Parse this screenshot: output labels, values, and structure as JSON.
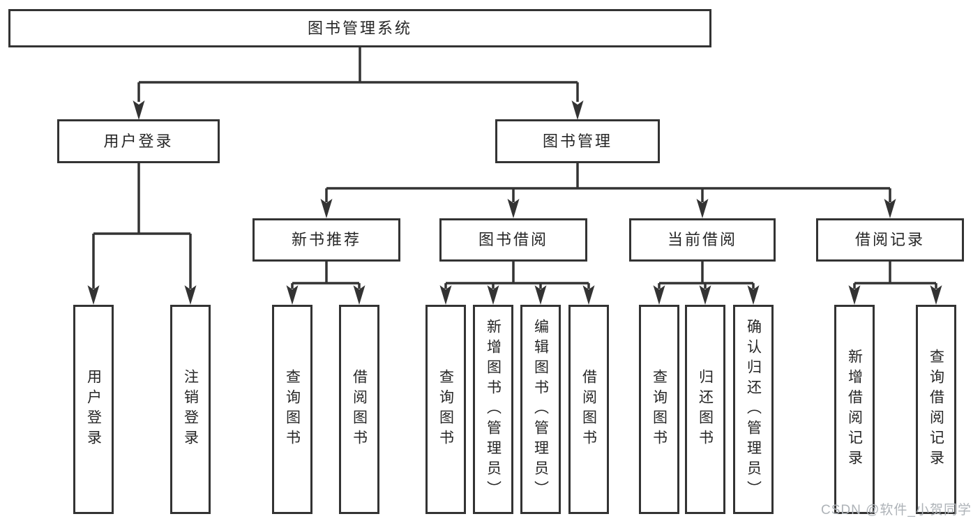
{
  "root": {
    "label": "图书管理系统"
  },
  "level2": {
    "user_login": {
      "label": "用户登录"
    },
    "book_management": {
      "label": "图书管理"
    }
  },
  "level3": {
    "new_book": {
      "label": "新书推荐"
    },
    "book_borrow": {
      "label": "图书借阅"
    },
    "current_borrow": {
      "label": "当前借阅"
    },
    "borrow_records": {
      "label": "借阅记录"
    }
  },
  "leaves": {
    "user_login": [
      {
        "label": "用户登录"
      },
      {
        "label": "注销登录"
      }
    ],
    "new_book": [
      {
        "label": "查询图书"
      },
      {
        "label": "借阅图书"
      }
    ],
    "book_borrow": [
      {
        "label": "查询图书"
      },
      {
        "label": "新增图书（管理员）"
      },
      {
        "label": "编辑图书（管理员）"
      },
      {
        "label": "借阅图书"
      }
    ],
    "current_borrow": [
      {
        "label": "查询图书"
      },
      {
        "label": "归还图书"
      },
      {
        "label": "确认归还（管理员）"
      }
    ],
    "borrow_records": [
      {
        "label": "新增借阅记录"
      },
      {
        "label": "查询借阅记录"
      }
    ]
  },
  "colors": {
    "line": "#333333",
    "text": "#262626",
    "watermark": "#aeb3b8"
  },
  "watermark": {
    "text": "CSDN @软件_小贺同学"
  }
}
